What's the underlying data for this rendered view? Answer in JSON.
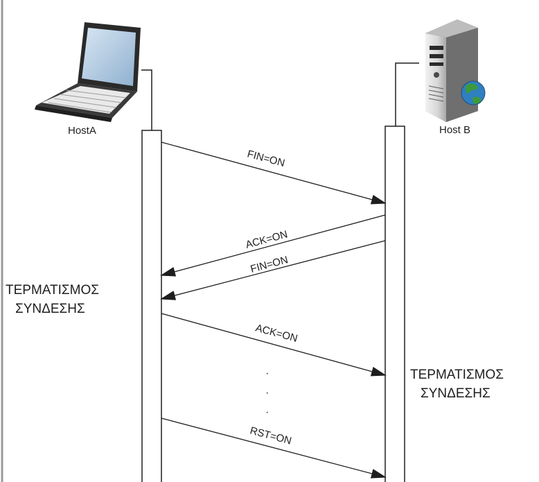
{
  "hosts": {
    "a": {
      "label": "HostA",
      "icon": "laptop-icon"
    },
    "b": {
      "label": "Host B",
      "icon": "server-icon"
    }
  },
  "messages": [
    {
      "label": "FIN=ON",
      "from": "a",
      "to": "b"
    },
    {
      "label": "ACK=ON",
      "from": "b",
      "to": "a"
    },
    {
      "label": "FIN=ON",
      "from": "b",
      "to": "a"
    },
    {
      "label": "ACK=ON",
      "from": "a",
      "to": "b"
    },
    {
      "label": "RST=ON",
      "from": "a",
      "to": "b"
    }
  ],
  "states": {
    "a": {
      "line1": "ΤΕΡΜΑΤΙΣΜΟΣ",
      "line2": "ΣΥΝΔΕΣΗΣ"
    },
    "b": {
      "line1": "ΤΕΡΜΑΤΙΣΜΟΣ",
      "line2": "ΣΥΝΔΕΣΗΣ"
    }
  },
  "ellipsis": [
    "·",
    "·",
    "·"
  ],
  "colors": {
    "line": "#1e1e1e",
    "server_body": "#d9d9d9",
    "globe": "#2f7fc1",
    "land": "#3c9a3c",
    "laptop_screen": "#a9c4de"
  }
}
